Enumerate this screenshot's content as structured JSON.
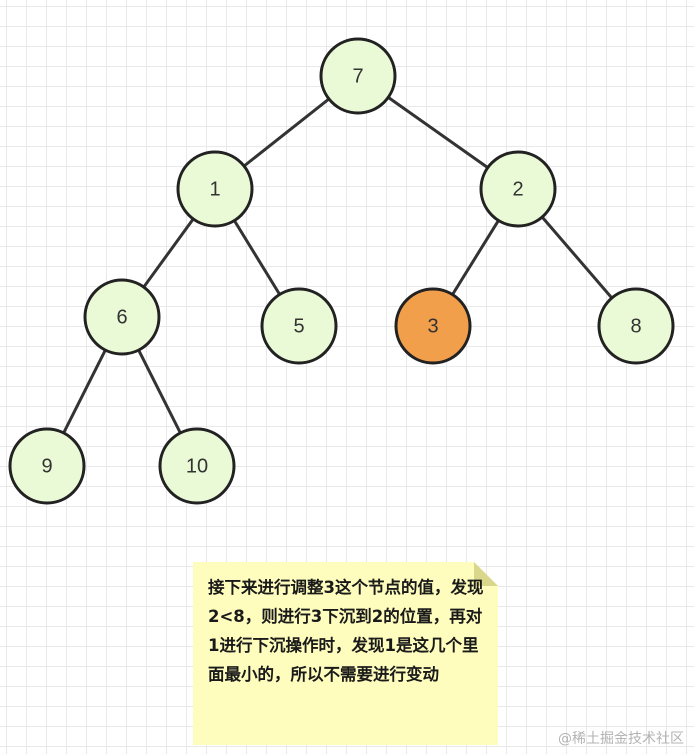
{
  "diagram": {
    "type": "binary-tree",
    "edges": [
      [
        "7",
        "1"
      ],
      [
        "7",
        "2"
      ],
      [
        "1",
        "6"
      ],
      [
        "1",
        "5"
      ],
      [
        "6",
        "9"
      ],
      [
        "6",
        "10"
      ],
      [
        "2",
        "3"
      ],
      [
        "2",
        "8"
      ]
    ],
    "colors": {
      "node_fill": "#eaf9d6",
      "highlight_fill": "#f29f4c",
      "stroke": "#222222",
      "edge": "#333333"
    },
    "nodes": [
      {
        "label": "7",
        "highlight": false
      },
      {
        "label": "1",
        "highlight": false
      },
      {
        "label": "2",
        "highlight": false
      },
      {
        "label": "6",
        "highlight": false
      },
      {
        "label": "5",
        "highlight": false
      },
      {
        "label": "3",
        "highlight": true
      },
      {
        "label": "8",
        "highlight": false
      },
      {
        "label": "9",
        "highlight": false
      },
      {
        "label": "10",
        "highlight": false
      }
    ]
  },
  "note": {
    "text": "接下来进行调整3这个节点的值，发现2<8，则进行3下沉到2的位置，再对1进行下沉操作时，发现1是这几个里面最小的，所以不需要进行变动",
    "color": "#fefdbd"
  },
  "watermark": "@稀土掘金技术社区"
}
